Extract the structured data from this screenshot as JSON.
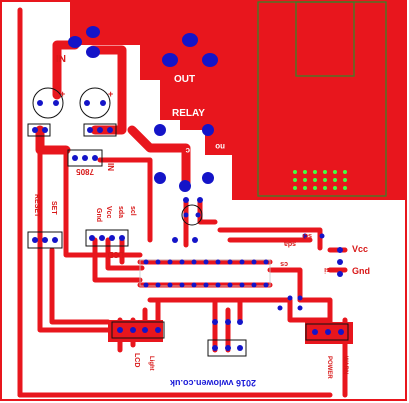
{
  "board": {
    "colors": {
      "copper": "#e8161d",
      "pad": "#1414c8",
      "silk": "#d81818",
      "silk_dark": "#2222aa",
      "relay_outline": "#2a8a2a",
      "relay_pins": "#44ff44",
      "background": "#ffffff"
    },
    "labels": {
      "in_top": "IN",
      "out": "OUT",
      "relay": "RELAY",
      "no": "no",
      "nc": "nc",
      "c": "c",
      "reg": "7805",
      "in_mid": "IN",
      "reset": "RESET",
      "set": "SET",
      "pin_gnd": "Gnd",
      "pin_vcc": "Vcc",
      "pin_sda": "sda",
      "pin_scl": "scl",
      "lcd_top": "LCD",
      "vcc_right": "Vcc",
      "gnd_right": "Gnd",
      "sda_right": "sda",
      "scl_right": "scl",
      "cs": "cs",
      "si": "si",
      "lcd_bottom": "LCD",
      "light": "Light",
      "power": "POWER",
      "warn": "WARN",
      "footer": "2016  vwlowen.co.uk",
      "plus1": "+",
      "plus2": "+"
    }
  }
}
